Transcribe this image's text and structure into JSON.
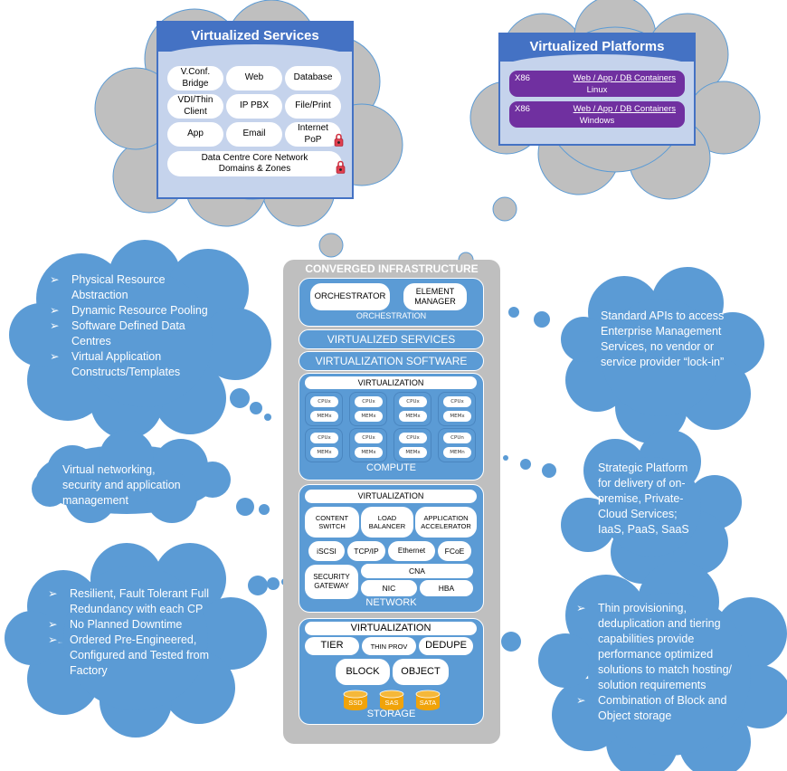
{
  "colors": {
    "cloud_blue": "#5b9bd5",
    "cloud_grey": "#bfbfbf",
    "panel_header": "#4472c4",
    "panel_body": "#c5d3ec",
    "platform_purple": "#7030a0",
    "disk_orange": "#f0a30a",
    "lock_red": "#e04050"
  },
  "virtualized_services": {
    "title": "Virtualized Services",
    "items": [
      {
        "label": "V.Conf.\nBridge",
        "secured": false
      },
      {
        "label": "Web",
        "secured": false
      },
      {
        "label": "Database",
        "secured": false
      },
      {
        "label": "VDI/Thin\nClient",
        "secured": false
      },
      {
        "label": "IP PBX",
        "secured": false
      },
      {
        "label": "File/Print",
        "secured": false
      },
      {
        "label": "App",
        "secured": false
      },
      {
        "label": "Email",
        "secured": false
      },
      {
        "label": "Internet\nPoP",
        "secured": true
      }
    ],
    "core_network": {
      "line1": "Data Centre Core Network",
      "line2": "Domains & Zones",
      "secured": true
    },
    "lock_icon": "padlock-icon"
  },
  "virtualized_platforms": {
    "title": "Virtualized Platforms",
    "rows": [
      {
        "arch": "X86",
        "link": "Web / App / DB Containers",
        "os": "Linux"
      },
      {
        "arch": "X86",
        "link": "Web / App / DB Containers",
        "os": "Windows"
      }
    ]
  },
  "converged_infrastructure": {
    "title": "CONVERGED INFRASTRUCTURE",
    "orchestration": {
      "label": "ORCHESTRATION",
      "orchestrator": "ORCHESTRATOR",
      "element_manager_1": "ELEMENT",
      "element_manager_2": "MANAGER"
    },
    "virtualized_services": "VIRTUALIZED SERVICES",
    "virtualization_software": "VIRTUALIZATION SOFTWARE",
    "compute": {
      "label": "COMPUTE",
      "virtualization": "VIRTUALIZATION",
      "cells": [
        {
          "cpu": "CPUx",
          "mem": "MEMx"
        },
        {
          "cpu": "CPUx",
          "mem": "MEMx"
        },
        {
          "cpu": "CPUx",
          "mem": "MEMx"
        },
        {
          "cpu": "CPUx",
          "mem": "MEMx"
        },
        {
          "cpu": "CPUx",
          "mem": "MEMx"
        },
        {
          "cpu": "CPUx",
          "mem": "MEMx"
        },
        {
          "cpu": "CPUx",
          "mem": "MEMx"
        },
        {
          "cpu": "CPUn",
          "mem": "MEMn"
        }
      ]
    },
    "network": {
      "label": "NETWORK",
      "virtualization": "VIRTUALIZATION",
      "content_switch_1": "CONTENT",
      "content_switch_2": "SWITCH",
      "load_balancer_1": "LOAD",
      "load_balancer_2": "BALANCER",
      "app_accel_1": "APPLICATION",
      "app_accel_2": "ACCELERATOR",
      "iscsi": "iSCSI",
      "tcpip": "TCP/IP",
      "ethernet": "Ethernet",
      "fcoe": "FCoE",
      "security_gateway_1": "SECURITY",
      "security_gateway_2": "GATEWAY",
      "cna": "CNA",
      "nic": "NIC",
      "hba": "HBA"
    },
    "storage": {
      "label": "STORAGE",
      "virtualization": "VIRTUALIZATION",
      "tier": "TIER",
      "thin_prov": "THIN PROV",
      "dedupe": "DEDUPE",
      "block": "BLOCK",
      "object": "OBJECT",
      "disks": [
        "SSD",
        "SAS",
        "SATA"
      ]
    }
  },
  "thoughts": {
    "abstraction": {
      "bullet": "➢",
      "items": [
        "Physical Resource Abstraction",
        "Dynamic Resource Pooling",
        "Software Defined Data Centres",
        "Virtual Application Constructs/Templates"
      ]
    },
    "networking": {
      "text": "Virtual networking, security and application management"
    },
    "resilience": {
      "bullet": "➢",
      "items": [
        "Resilient, Fault Tolerant Full Redundancy with each CP",
        "No Planned Downtime",
        "Ordered Pre-Engineered, Configured and Tested from Factory"
      ]
    },
    "apis": {
      "text": "Standard APIs to access Enterprise Management Services, no vendor or service provider “lock-in”"
    },
    "strategic": {
      "text": "Strategic Platform for delivery of on-premise, Private-Cloud Services; IaaS, PaaS, SaaS"
    },
    "storage": {
      "bullet": "➢",
      "items": [
        "Thin provisioning, deduplication and tiering capabilities provide performance optimized solutions to match hosting/ solution requirements",
        "Combination of Block and Object storage"
      ]
    }
  }
}
